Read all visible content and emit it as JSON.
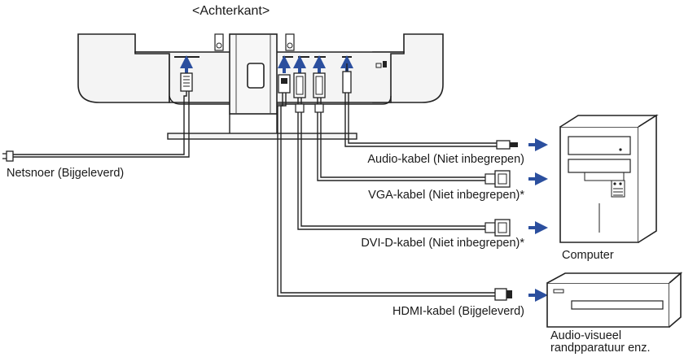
{
  "title": "<Achterkant>",
  "labels": {
    "audio_cable": "Audio-kabel (Niet inbegrepen)",
    "power_cord": "Netsnoer (Bijgeleverd)",
    "vga_cable": "VGA-kabel (Niet inbegrepen)*",
    "dvi_cable": "DVI-D-kabel (Niet inbegrepen)*",
    "hdmi_cable": "HDMI-kabel (Bijgeleverd)",
    "computer": "Computer",
    "av_line1": "Audio-visueel",
    "av_line2": "randpparatuur enz."
  },
  "colors": {
    "arrow": "#2b4f9e",
    "line": "#222222",
    "monitor_fill": "#f4f4f4"
  }
}
